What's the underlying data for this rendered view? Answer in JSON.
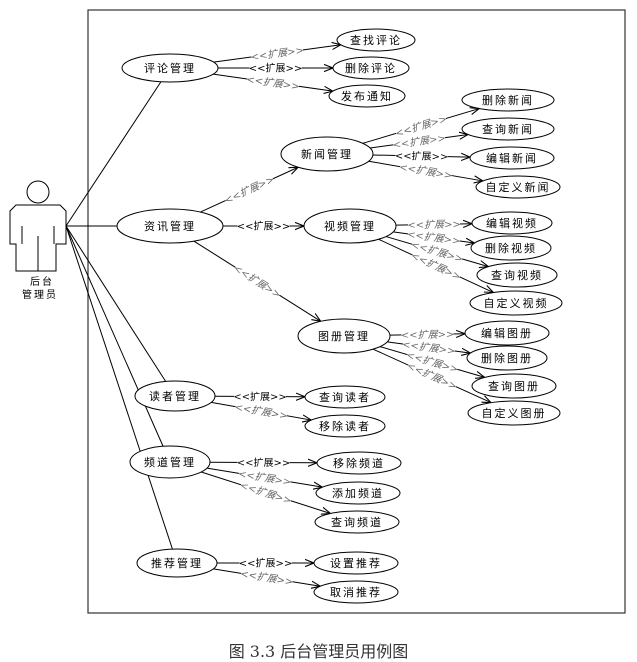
{
  "caption": "图 3.3  后台管理员用例图",
  "actor": {
    "label_line1": "后台",
    "label_line2": "管理员"
  },
  "extend_label": "<<扩展>>",
  "use_cases": {
    "comment": {
      "label": "评论管理",
      "children": [
        "查找评论",
        "删除评论",
        "发布通知"
      ]
    },
    "info": {
      "label": "资讯管理",
      "children": [
        "新闻管理",
        "视频管理",
        "图册管理"
      ]
    },
    "news": {
      "label": "新闻管理",
      "children": [
        "删除新闻",
        "查询新闻",
        "编辑新闻",
        "自定义新闻"
      ]
    },
    "video": {
      "label": "视频管理",
      "children": [
        "编辑视频",
        "删除视频",
        "查询视频",
        "自定义视频"
      ]
    },
    "album": {
      "label": "图册管理",
      "children": [
        "编辑图册",
        "删除图册",
        "查询图册",
        "自定义图册"
      ]
    },
    "reader": {
      "label": "读者管理",
      "children": [
        "查询读者",
        "移除读者"
      ]
    },
    "channel": {
      "label": "频道管理",
      "children": [
        "移除频道",
        "添加频道",
        "查询频道"
      ]
    },
    "recommend": {
      "label": "推荐管理",
      "children": [
        "设置推荐",
        "取消推荐"
      ]
    }
  }
}
